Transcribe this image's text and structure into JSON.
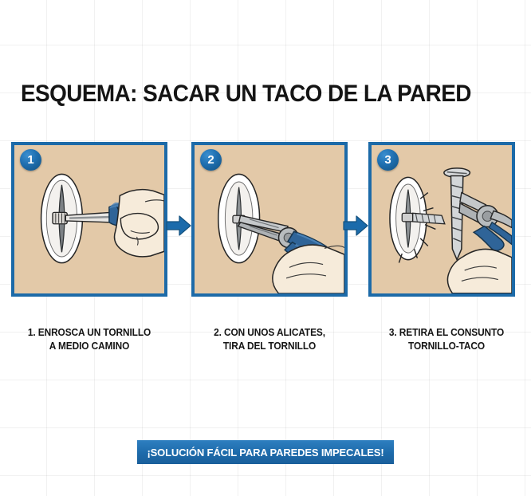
{
  "title": "ESQUEMA: SACAR UN TACO DE LA PARED",
  "colors": {
    "accent_blue": "#1c6aa8",
    "panel_background": "#e3c9a8",
    "arrow_blue": "#1b6bab",
    "banner_blue": "#1d6aaa",
    "text_dark": "#151515",
    "tool_blue": "#2a5f93",
    "metal_gray": "#b9bcbe",
    "skin": "#f6ebda"
  },
  "steps": [
    {
      "badge": "1",
      "caption_line1": "1. ENROSCA UN TORNILLO",
      "caption_line2": "A MEDIO CAMINO",
      "illustration": "hand-with-screwdriver-driving-screw-into-wall-plug"
    },
    {
      "badge": "2",
      "caption_line1": "2. CON UNOS ALICATES,",
      "caption_line2": "TIRA DEL TORNILLO",
      "illustration": "hand-with-pliers-pulling-screw-from-wall"
    },
    {
      "badge": "3",
      "caption_line1": "3. RETIRA EL CONSUNTO",
      "caption_line2": "TORNILLO-TACO",
      "illustration": "pliers-holding-extracted-screw-and-plug-beside-damaged-hole"
    }
  ],
  "arrows": [
    {
      "name": "arrow-step-1-to-2",
      "glyph": "right-arrow"
    },
    {
      "name": "arrow-step-2-to-3",
      "glyph": "right-arrow"
    }
  ],
  "banner": {
    "text": "¡SOLUCIÓN FÁCIL PARA PAREDES IMPECALES!"
  }
}
